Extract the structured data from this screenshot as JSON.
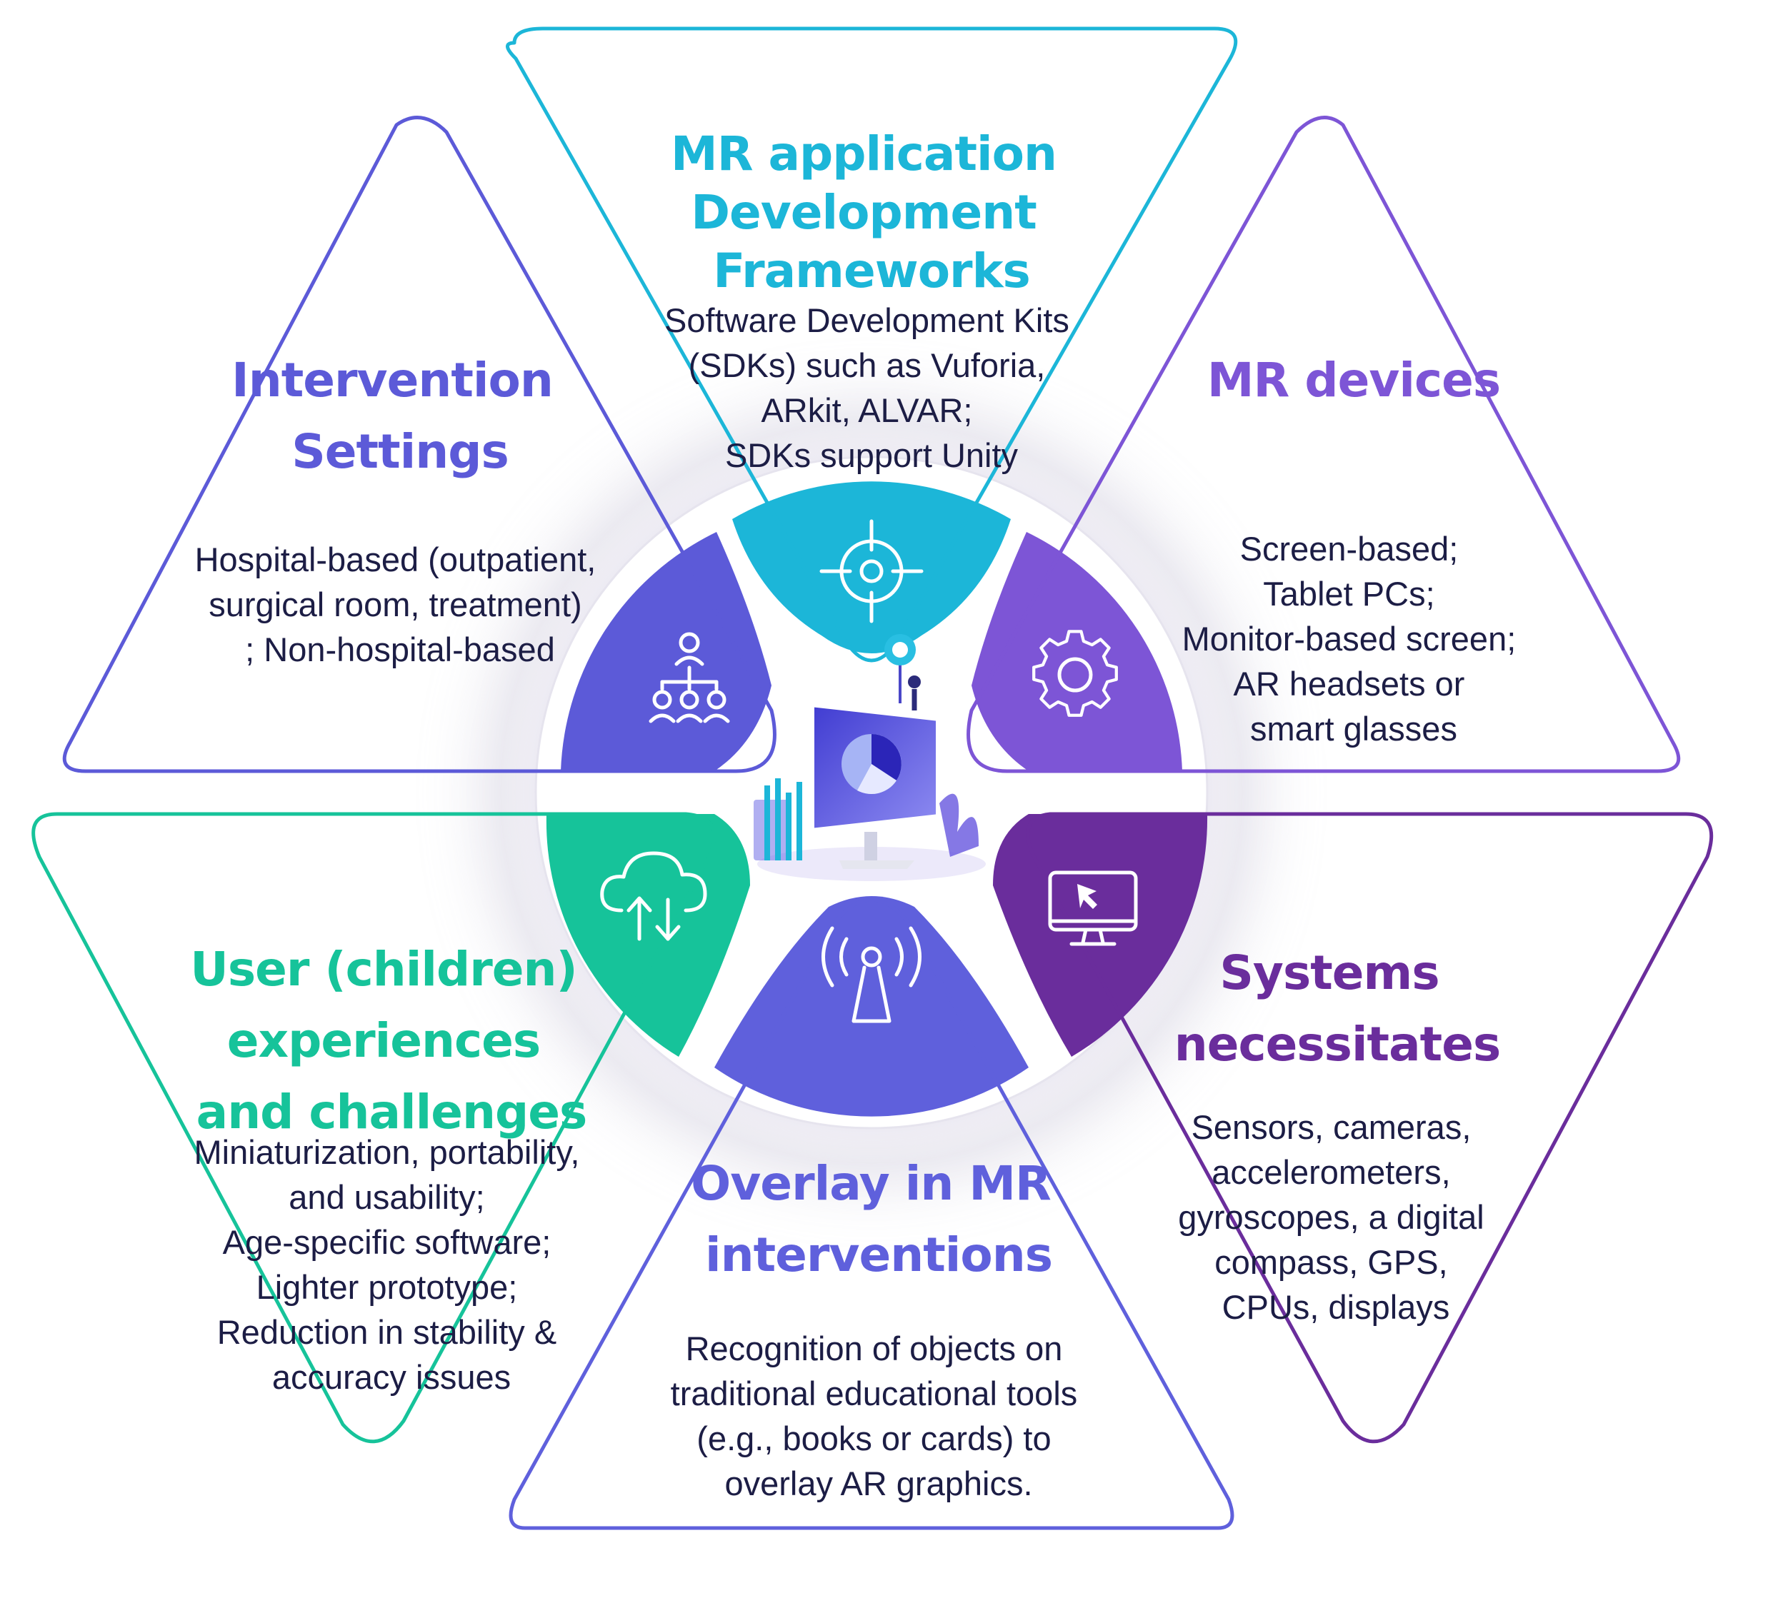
{
  "colors": {
    "intervention": "#5c5ad8",
    "frameworks": "#1cb6d8",
    "devices": "#7d55d6",
    "systems": "#6a2d9c",
    "overlay": "#5f60dc",
    "user": "#16c39a",
    "body_text": "#1c1d45"
  },
  "panels": {
    "frameworks": {
      "icon": "crosshair-target-icon",
      "title_lines": [
        "MR application",
        "Development",
        "Frameworks"
      ],
      "body_lines": [
        "Software Development Kits",
        "(SDKs) such as Vuforia,",
        "ARkit, ALVAR;",
        "SDKs support Unity"
      ]
    },
    "intervention": {
      "icon": "hierarchy-people-icon",
      "title_lines": [
        "Intervention",
        "Settings"
      ],
      "body_lines": [
        "Hospital-based (outpatient,",
        "surgical room, treatment)",
        "; Non-hospital-based"
      ]
    },
    "devices": {
      "icon": "gear-icon",
      "title_lines": [
        "MR devices"
      ],
      "body_lines": [
        "Screen-based;",
        "Tablet PCs;",
        "Monitor-based screen;",
        "AR headsets or",
        "smart glasses"
      ]
    },
    "user": {
      "icon": "cloud-sync-icon",
      "title_lines": [
        "User (children)",
        "experiences",
        "and challenges"
      ],
      "body_lines": [
        "Miniaturization, portability,",
        "and usability;",
        "Age-specific software;",
        "Lighter prototype;",
        "Reduction in stability &",
        "accuracy issues"
      ]
    },
    "overlay": {
      "icon": "antenna-signal-icon",
      "title_lines": [
        "Overlay in MR",
        "interventions"
      ],
      "body_lines": [
        "Recognition of objects on",
        "traditional educational tools",
        "(e.g., books or cards) to",
        "overlay AR graphics."
      ]
    },
    "systems": {
      "icon": "monitor-cursor-icon",
      "title_lines": [
        "Systems",
        "necessitates"
      ],
      "body_lines": [
        "Sensors, cameras,",
        "accelerometers,",
        "gyroscopes, a digital",
        "compass, GPS,",
        "CPUs,  displays"
      ]
    }
  },
  "center_icon": "computer-illustration-icon"
}
